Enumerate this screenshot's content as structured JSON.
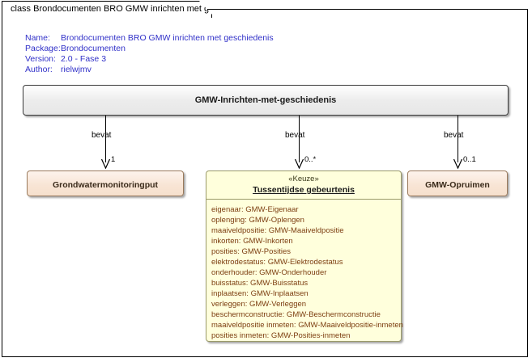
{
  "window": {
    "title_tab": "class Brondocumenten BRO GMW inrichten met geschiedenis"
  },
  "metadata": {
    "name_key": "Name:",
    "name_value": "Brondocumenten BRO GMW inrichten met geschiedenis",
    "package_key": "Package:",
    "package_value": "Brondocumenten",
    "version_key": "Version:",
    "version_value": "2.0 - Fase 3",
    "author_key": "Author:",
    "author_value": "rielwjmv"
  },
  "classes": {
    "root": {
      "name": "GMW-Inrichten-met-geschiedenis"
    },
    "left": {
      "name": "Grondwatermonitoringput"
    },
    "right": {
      "name": "GMW-Opruimen"
    },
    "choice": {
      "stereotype": "«Keuze»",
      "name": "Tussentijdse gebeurtenis",
      "attributes": [
        "eigenaar: GMW-Eigenaar",
        "oplenging: GMW-Oplengen",
        "maaiveldpositie: GMW-Maaiveldpositie",
        "inkorten: GMW-Inkorten",
        "posities: GMW-Posities",
        "elektrodestatus: GMW-Elektrodestatus",
        "onderhouder: GMW-Onderhouder",
        "buisstatus: GMW-Buisstatus",
        "inplaatsen: GMW-Inplaatsen",
        "verleggen: GMW-Verleggen",
        "beschermconstructie: GMW-Beschermconstructie",
        "maaiveldpositie inmeten: GMW-Maaiveldpositie-inmeten",
        "posities inmeten: GMW-Posities-inmeten"
      ]
    }
  },
  "connectors": [
    {
      "label": "bevat",
      "multiplicity": "1"
    },
    {
      "label": "bevat",
      "multiplicity": "0..*"
    },
    {
      "label": "bevat",
      "multiplicity": "0..1"
    }
  ],
  "colors": {
    "choice_fill": "#ffffdc",
    "leaf_fill": "#f8e4d4",
    "root_fill": "#ededed",
    "attribute_text": "#7d3f12",
    "metadata_text": "#3030c8"
  }
}
